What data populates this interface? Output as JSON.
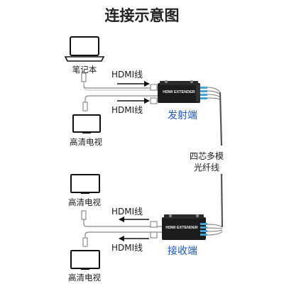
{
  "title": "连接示意图",
  "devices": {
    "laptop_label": "笔记本",
    "tv1_label": "高清电视",
    "tv2_label": "高清电视",
    "tv3_label": "高清电视"
  },
  "cables": {
    "hdmi_1": "HDMI线",
    "hdmi_2": "HDMI线",
    "hdmi_3": "HDMI线",
    "hdmi_4": "HDMI线"
  },
  "units": {
    "transmitter_label": "发射端",
    "receiver_label": "接收端",
    "extender_text_tx": "HDMI EXTENDER",
    "extender_text_rx": "HDMI EXTENDER"
  },
  "fiber": {
    "line1": "四芯多模",
    "line2": "光纤线"
  },
  "colors": {
    "accent_blue": "#1f55c8",
    "device_black": "#1c1c1c",
    "cable_gray": "#8a8a8a",
    "port_blue": "#4aa3d8"
  }
}
